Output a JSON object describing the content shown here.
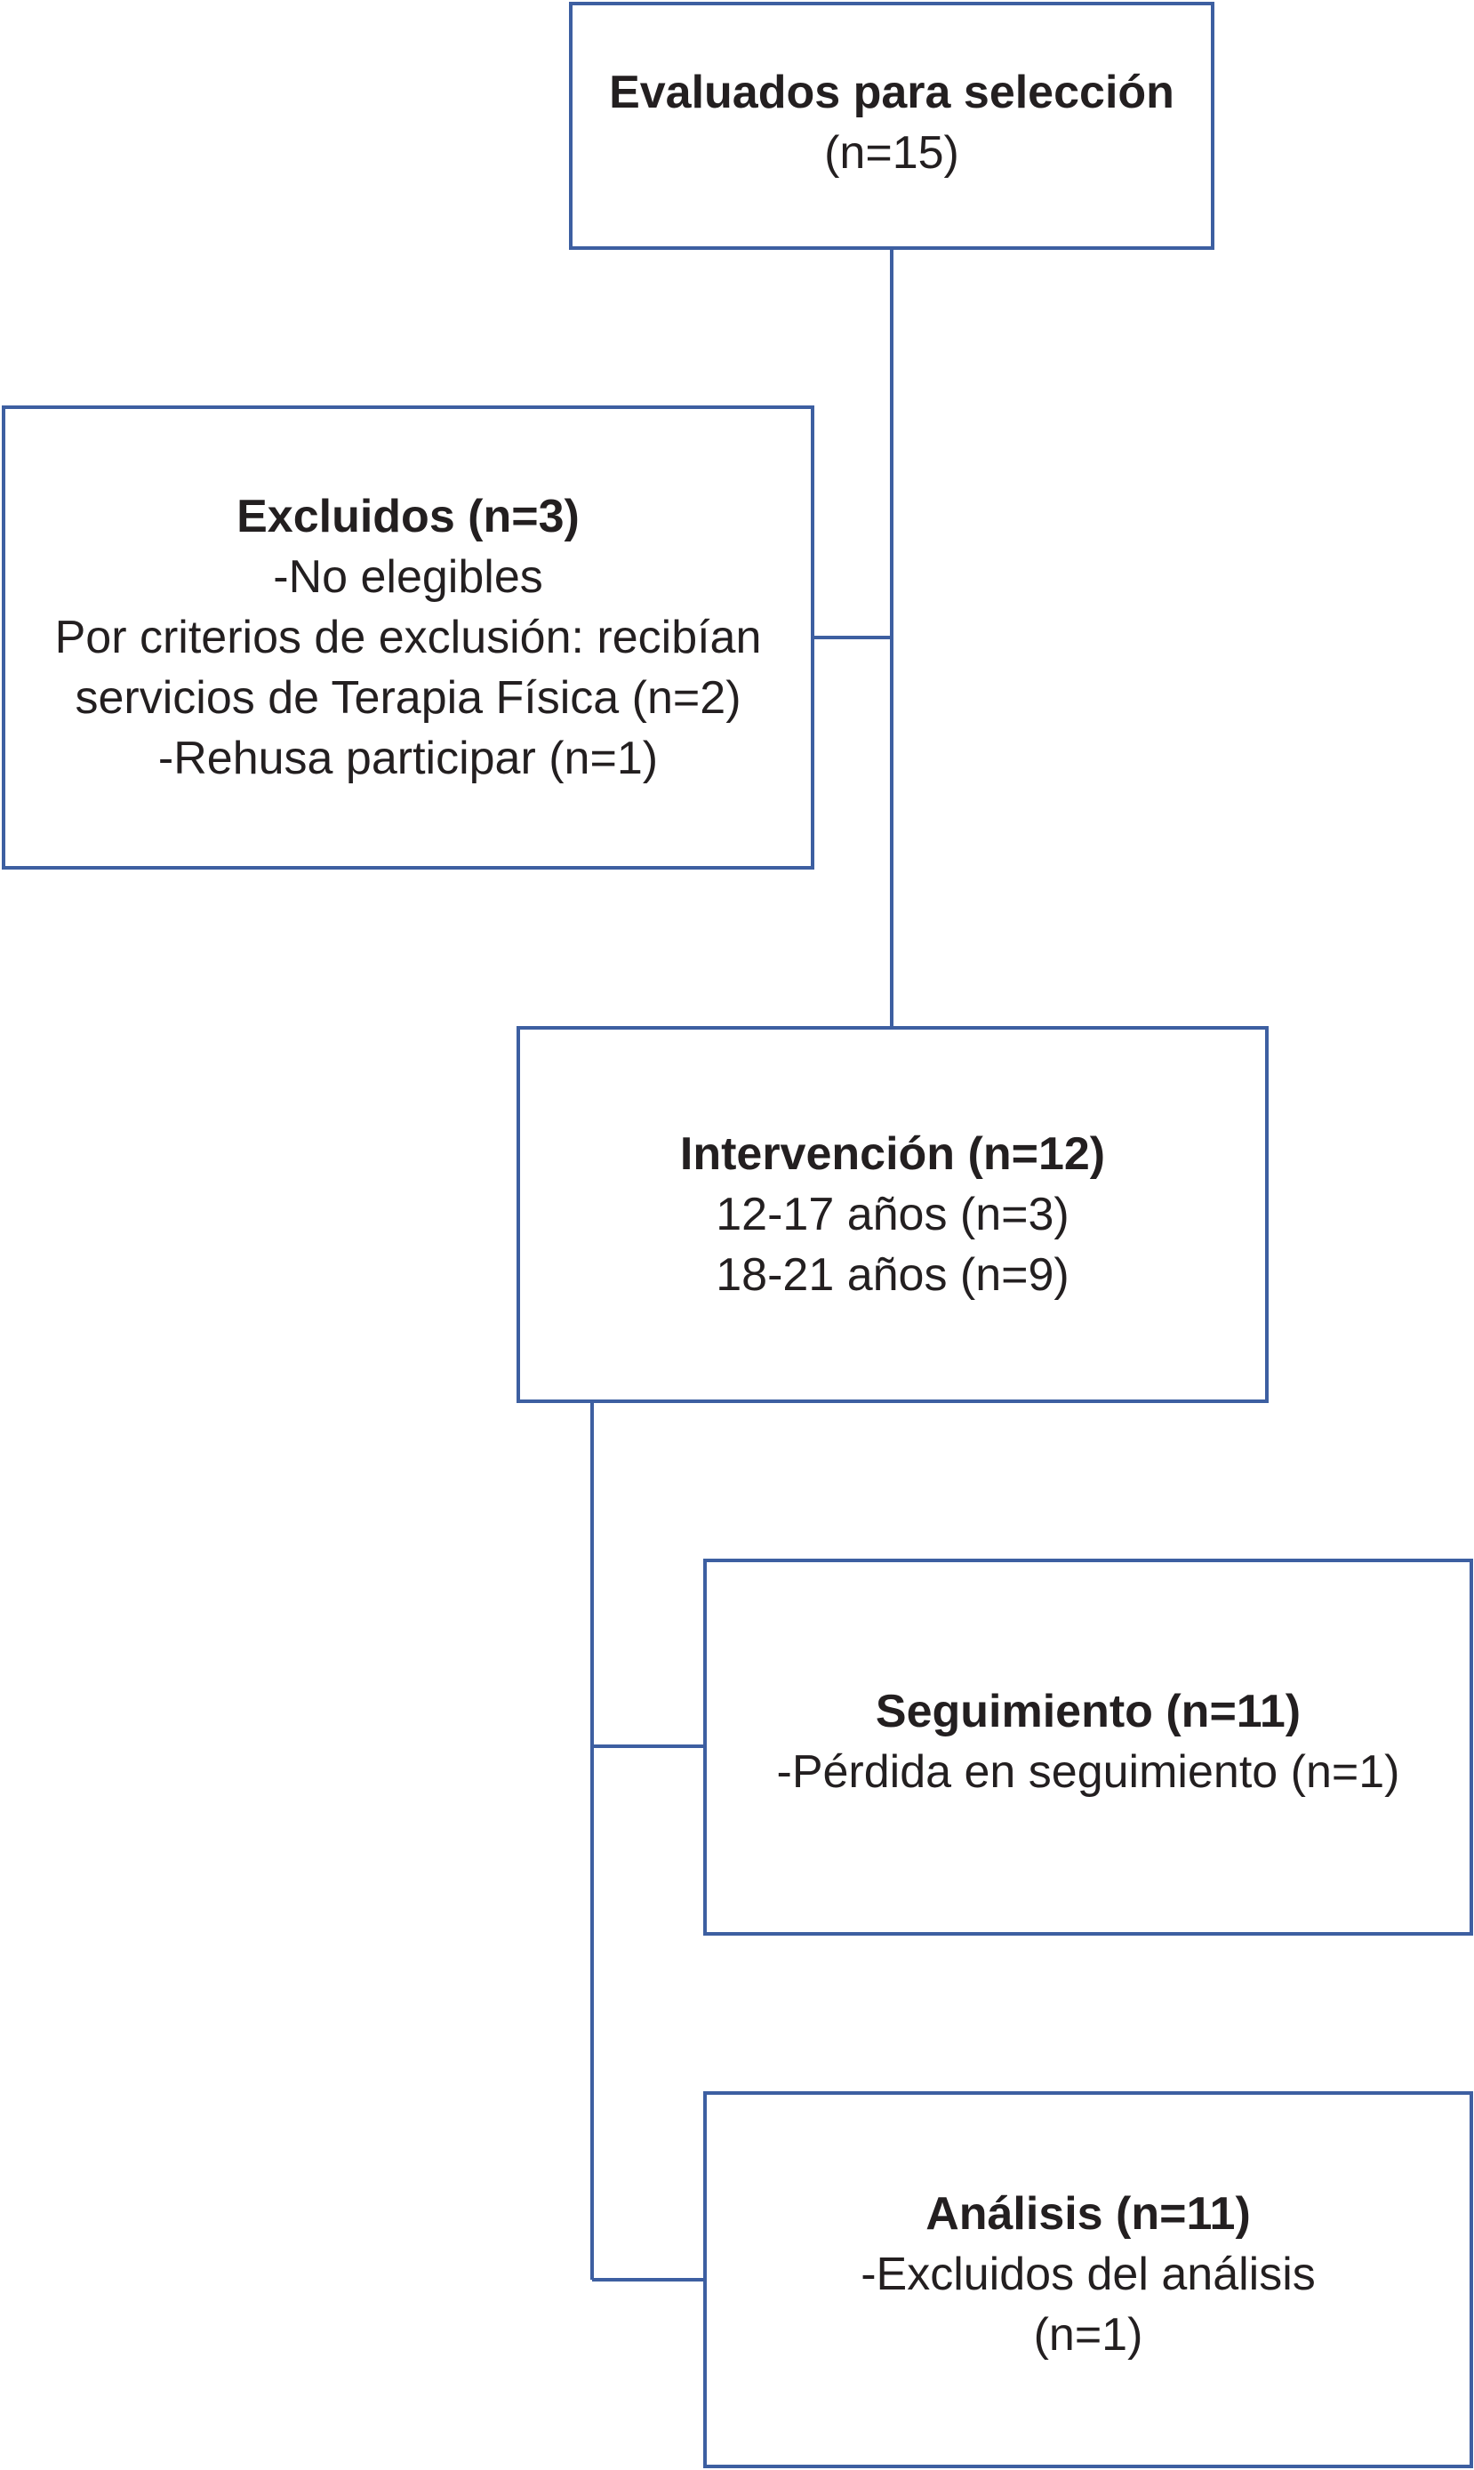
{
  "evaluated": {
    "title": "Evaluados para selección",
    "lines": [
      "(n=15)"
    ]
  },
  "excluded": {
    "title": "Excluidos (n=3)",
    "lines": [
      "-No elegibles",
      "Por criterios de exclusión: recibían",
      "servicios de Terapia Física (n=2)",
      "-Rehusa participar (n=1)"
    ]
  },
  "intervention": {
    "title": "Intervención (n=12)",
    "lines": [
      "12-17 años (n=3)",
      "18-21 años (n=9)"
    ]
  },
  "followup": {
    "title": "Seguimiento (n=11)",
    "lines": [
      "-Pérdida en seguimiento (n=1)"
    ]
  },
  "analysis": {
    "title": "Análisis (n=11)",
    "lines": [
      "-Excluidos del análisis",
      "(n=1)"
    ]
  },
  "colors": {
    "border": "#3d5fa1",
    "text": "#231f20"
  }
}
